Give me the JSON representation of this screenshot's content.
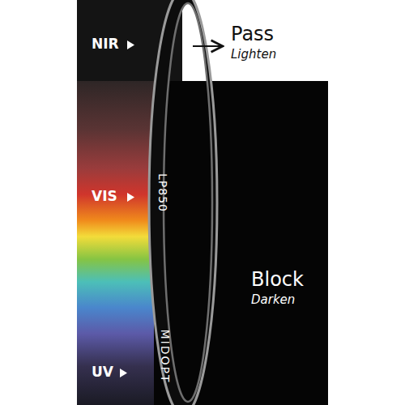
{
  "diagram": {
    "nodes": [
      {
        "text": [
          "Pass",
          "Lighten"
        ]
      },
      {
        "text": [
          "Block",
          "Darken"
        ]
      }
    ],
    "labels": [
      "NIR",
      "VIS",
      "UV",
      "LP850",
      "MIDOPT"
    ]
  }
}
